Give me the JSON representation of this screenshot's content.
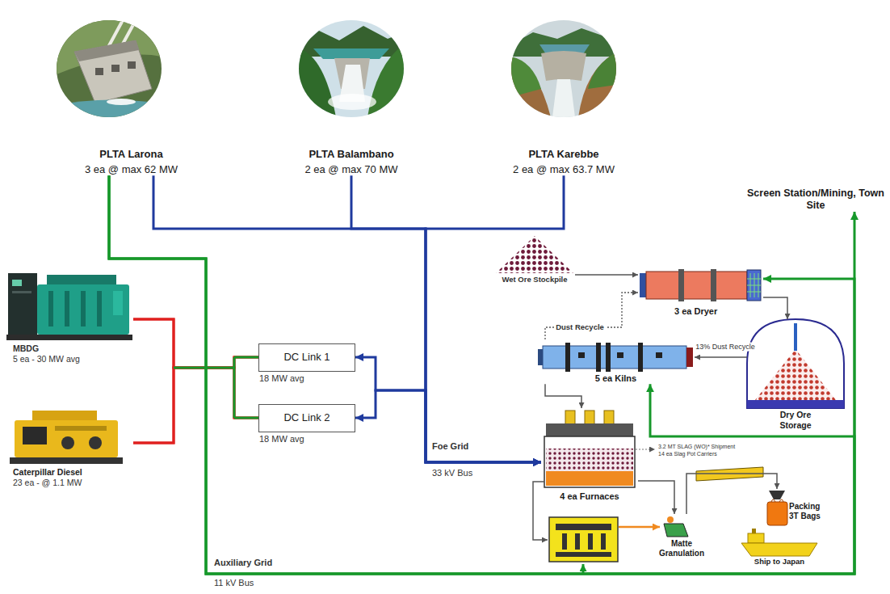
{
  "diagram": {
    "nodes": [
      {
        "text": [
          "PLTA Larona",
          "3 ea @ max 62 MW"
        ]
      },
      {
        "text": [
          "PLTA Balambano",
          "2 ea @ max 70 MW"
        ]
      },
      {
        "text": [
          "PLTA Karebbe",
          "2 ea @ max 63.7 MW"
        ]
      },
      {
        "text": [
          "Screen Station/Mining, Town Site"
        ]
      },
      {
        "text": [
          "MBDG",
          "5 ea - 30 MW avg"
        ]
      },
      {
        "text": [
          "Caterpillar Diesel",
          "23 ea - @ 1.1 MW"
        ]
      },
      {
        "text": [
          "DC Link 1",
          "18 MW avg"
        ]
      },
      {
        "text": [
          "DC Link 2",
          "18 MW avg"
        ]
      },
      {
        "text": [
          "Wet Ore Stockpile"
        ]
      },
      {
        "text": [
          "3 ea Dryer"
        ]
      },
      {
        "text": [
          "5 ea Kilns"
        ]
      },
      {
        "text": [
          "Dry Ore Storage"
        ]
      },
      {
        "text": [
          "4 ea Furnaces"
        ]
      },
      {
        "text": [
          "Matte Granulation"
        ]
      },
      {
        "text": [
          "Packing 3T Bags"
        ]
      },
      {
        "text": [
          "Ship to Japan"
        ]
      }
    ],
    "edges": [
      {
        "from": 0,
        "to": 12,
        "arrow": "to"
      },
      {
        "from": 1,
        "to": 12,
        "arrow": "to"
      },
      {
        "from": 2,
        "to": 12,
        "arrow": "to"
      },
      {
        "from": 6,
        "to": 12,
        "arrow": "both"
      },
      {
        "from": 7,
        "to": 12,
        "arrow": "both"
      },
      {
        "from": 4,
        "to": 6,
        "arrow": "none"
      },
      {
        "from": 4,
        "to": 7,
        "arrow": "none"
      },
      {
        "from": 5,
        "to": 6,
        "arrow": "none"
      },
      {
        "from": 5,
        "to": 7,
        "arrow": "none"
      },
      {
        "from": 0,
        "to": 3,
        "arrow": "to"
      },
      {
        "from": 0,
        "to": 9,
        "arrow": "to"
      },
      {
        "from": 0,
        "to": 10,
        "arrow": "to"
      },
      {
        "from": 8,
        "to": 9,
        "arrow": "to"
      },
      {
        "from": 10,
        "to": 9,
        "label": "Dust Recycle",
        "arrow": "to"
      },
      {
        "from": 9,
        "to": 11,
        "arrow": "to"
      },
      {
        "from": 11,
        "to": 10,
        "label": "13% Dust Recycle",
        "arrow": "to"
      },
      {
        "from": 10,
        "to": 12,
        "arrow": "to"
      },
      {
        "from": 12,
        "to": 13,
        "arrow": "to"
      },
      {
        "from": 13,
        "to": 14,
        "arrow": "to"
      }
    ],
    "labels": [
      "Foe Grid",
      "33 kV Bus",
      "3.2 MT SLAG (WO)* Shipment",
      "14 ea Slag Pot Carriers",
      "Auxiliary Grid",
      "11 kV Bus"
    ]
  }
}
